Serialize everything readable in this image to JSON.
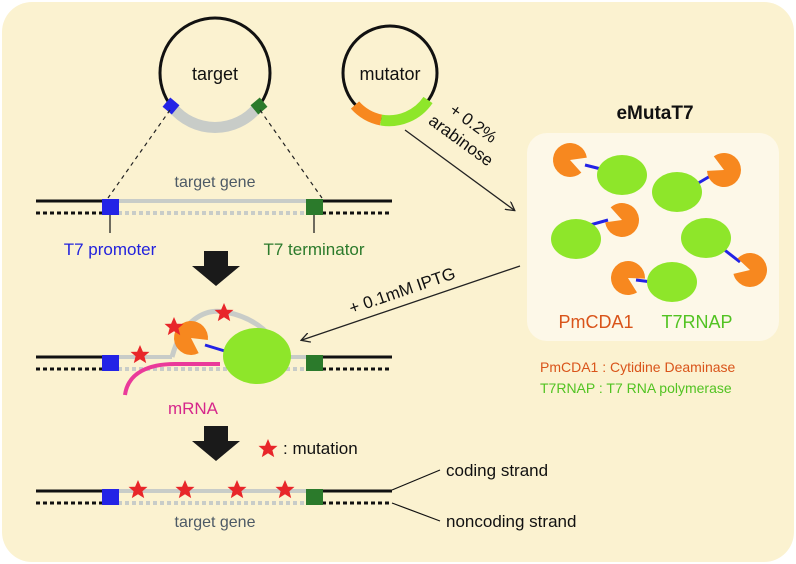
{
  "plasmids": {
    "target": "target",
    "mutator": "mutator"
  },
  "inducers": {
    "arabinose_line1": "+ 0.2%",
    "arabinose_line2": "arabinose",
    "iptg": "+ 0.1mM IPTG"
  },
  "panel": {
    "title": "eMutaT7",
    "pmcda1": "PmCDA1",
    "t7rnap": "T7RNAP"
  },
  "legend": {
    "pmcda1_def": "PmCDA1 : Cytidine Deaminase",
    "t7rnap_def": "T7RNAP : T7 RNA polymerase",
    "mutation": ": mutation"
  },
  "labels": {
    "target_gene_top": "target gene",
    "t7_promoter": "T7 promoter",
    "t7_terminator": "T7 terminator",
    "mrna": "mRNA",
    "coding_strand": "coding strand",
    "noncoding_strand": "noncoding strand",
    "target_gene_bottom": "target gene"
  },
  "colors": {
    "background": "#fbf2d0",
    "panel": "#fdf8e8",
    "promoter": "#2323e6",
    "terminator": "#2b7a2b",
    "gene": "#c8ccc8",
    "pmcda1": "#f7881f",
    "t7rnap": "#8ee62a",
    "mrna": "#ea3a9a",
    "mutation": "#e8262a",
    "pmcda1_text": "#d9541a",
    "t7rnap_text": "#52c322",
    "label_blue": "#2222dd",
    "label_green": "#2b7a2b",
    "label_gene": "#4d5a66",
    "label_mrna": "#d6278b"
  }
}
